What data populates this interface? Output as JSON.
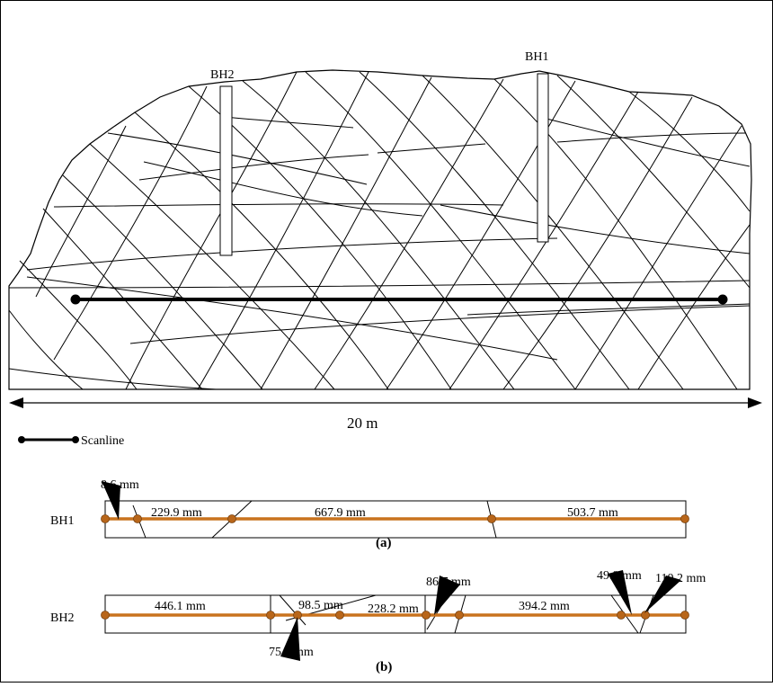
{
  "figure": {
    "colors": {
      "line": "#000000",
      "scanline_highlight": "#c9731e",
      "points": "#b8661a"
    },
    "panel_a": {
      "boreholes": [
        "BH2",
        "BH1"
      ],
      "dimension_label": "20 m",
      "legend_label": "Scanline"
    },
    "bh1": {
      "row_label": "BH1",
      "caption": "(a)",
      "spacings": [
        "8.6 mm",
        "229.9 mm",
        "667.9 mm",
        "503.7 mm"
      ]
    },
    "bh2": {
      "row_label": "BH2",
      "caption": "(b)",
      "spacings": [
        "446.1 mm",
        "75.5 mm",
        "98.5 mm",
        "228.2 mm",
        "86.7 mm",
        "394.2 mm",
        "49.8 mm",
        "110.2 mm"
      ]
    }
  }
}
